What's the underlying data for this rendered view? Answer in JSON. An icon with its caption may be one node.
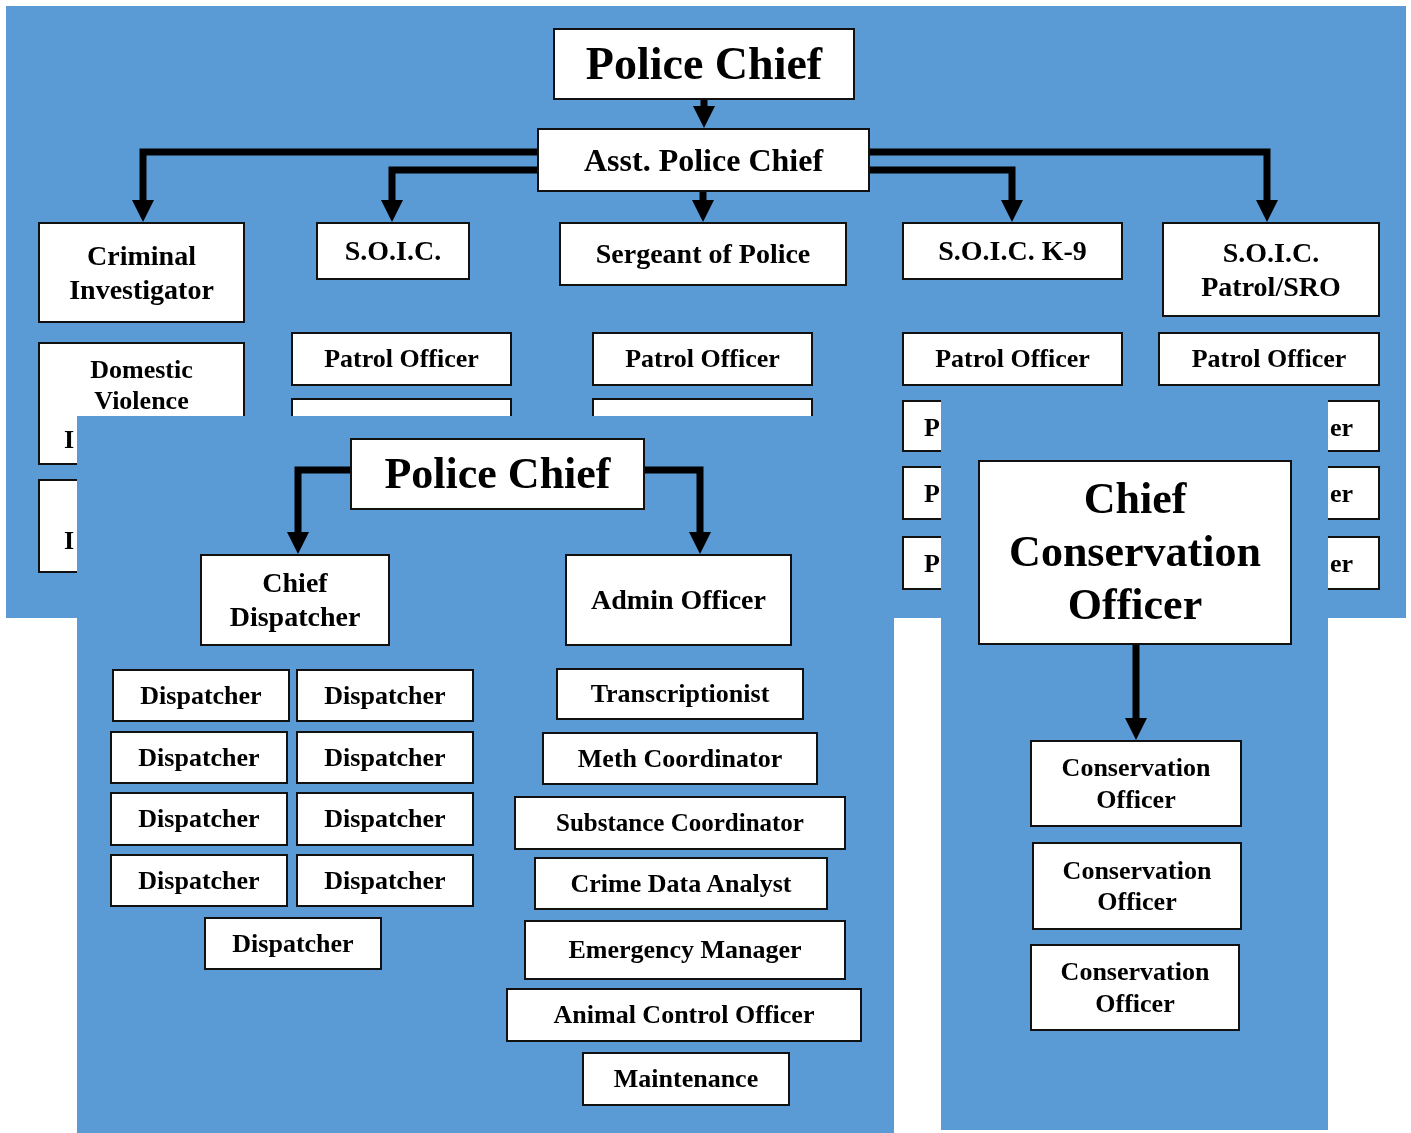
{
  "diagram": {
    "nodes": [
      {
        "text": [
          "Police Chief"
        ]
      },
      {
        "text": [
          "Asst. Police Chief"
        ]
      },
      {
        "text": [
          "Criminal Investigator"
        ]
      },
      {
        "text": [
          "S.O.I.C."
        ]
      },
      {
        "text": [
          "Sergeant of Police"
        ]
      },
      {
        "text": [
          "S.O.I.C. K-9"
        ]
      },
      {
        "text": [
          "S.O.I.C. Patrol/SRO"
        ]
      },
      {
        "text": [
          "Domestic Violence"
        ]
      },
      {
        "text": [
          "I"
        ]
      },
      {
        "text": [
          "Patrol Officer"
        ]
      },
      {
        "text": [],
        "shape": "box"
      },
      {
        "text": [
          "Patrol Officer"
        ]
      },
      {
        "text": [],
        "shape": "box"
      },
      {
        "text": [
          "Patrol Officer"
        ]
      },
      {
        "text": [
          "P"
        ]
      },
      {
        "text": [
          "P"
        ]
      },
      {
        "text": [
          "P"
        ]
      },
      {
        "text": [
          "Patrol Officer"
        ]
      },
      {
        "text": [
          "er"
        ]
      },
      {
        "text": [
          "er"
        ]
      },
      {
        "text": [
          "er"
        ]
      },
      {
        "text": [
          "Police Chief"
        ]
      },
      {
        "text": [
          "Chief Dispatcher"
        ]
      },
      {
        "text": [
          "Admin Officer"
        ]
      },
      {
        "text": [
          "Dispatcher"
        ]
      },
      {
        "text": [
          "Dispatcher"
        ]
      },
      {
        "text": [
          "Dispatcher"
        ]
      },
      {
        "text": [
          "Dispatcher"
        ]
      },
      {
        "text": [
          "Dispatcher"
        ]
      },
      {
        "text": [
          "Dispatcher"
        ]
      },
      {
        "text": [
          "Dispatcher"
        ]
      },
      {
        "text": [
          "Dispatcher"
        ]
      },
      {
        "text": [
          "Dispatcher"
        ]
      },
      {
        "text": [
          "Transcriptionist"
        ]
      },
      {
        "text": [
          "Meth Coordinator"
        ]
      },
      {
        "text": [
          "Substance Coordinator"
        ]
      },
      {
        "text": [
          "Crime Data Analyst"
        ]
      },
      {
        "text": [
          "Emergency Manager"
        ]
      },
      {
        "text": [
          "Animal Control Officer"
        ]
      },
      {
        "text": [
          "Maintenance"
        ]
      },
      {
        "text": [
          "Chief Conservation Officer"
        ]
      },
      {
        "text": [
          "Conservation Officer"
        ]
      },
      {
        "text": [
          "Conservation Officer"
        ]
      },
      {
        "text": [
          "Conservation Officer"
        ]
      },
      {
        "text": [
          "I"
        ]
      }
    ],
    "edges": [
      {
        "from": 0,
        "to": 1,
        "arrow": "to"
      },
      {
        "from": 1,
        "to": 2,
        "arrow": "to"
      },
      {
        "from": 1,
        "to": 3,
        "arrow": "to"
      },
      {
        "from": 1,
        "to": 4,
        "arrow": "to"
      },
      {
        "from": 1,
        "to": 5,
        "arrow": "to"
      },
      {
        "from": 1,
        "to": 6,
        "arrow": "to"
      },
      {
        "from": 21,
        "to": 22,
        "arrow": "to"
      },
      {
        "from": 21,
        "to": 23,
        "arrow": "to"
      },
      {
        "from": 40,
        "to": 41,
        "arrow": "to"
      }
    ]
  }
}
